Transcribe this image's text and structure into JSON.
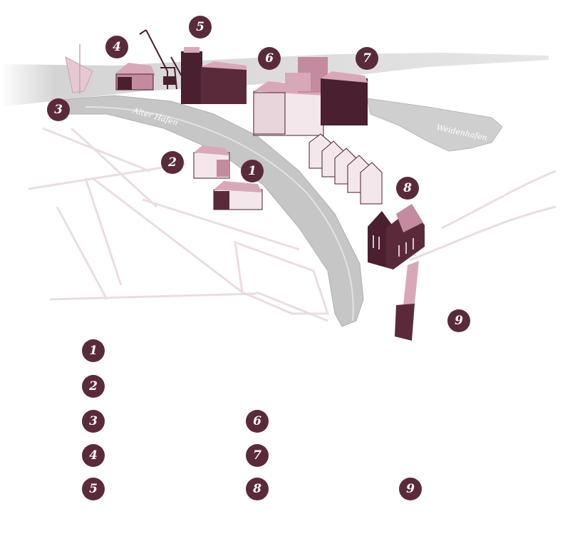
{
  "colors": {
    "marker": "#5a2a3b",
    "building_dark": "#4a1f30",
    "building_light": "#d9a8b8",
    "water": "#c9c9c9",
    "street": "#e9dce1"
  },
  "map": {
    "labels": {
      "harbor": "Alter Hafen"
    },
    "markers": [
      "1",
      "2",
      "3",
      "4",
      "5",
      "6",
      "7",
      "8",
      "9"
    ]
  },
  "legend": {
    "entries": [
      {
        "number": "1",
        "label": ""
      },
      {
        "number": "2",
        "label": ""
      },
      {
        "number": "3",
        "label": ""
      },
      {
        "number": "4",
        "label": ""
      },
      {
        "number": "5",
        "label": ""
      },
      {
        "number": "6",
        "label": ""
      },
      {
        "number": "7",
        "label": ""
      },
      {
        "number": "8",
        "label": ""
      },
      {
        "number": "9",
        "label": ""
      }
    ]
  }
}
